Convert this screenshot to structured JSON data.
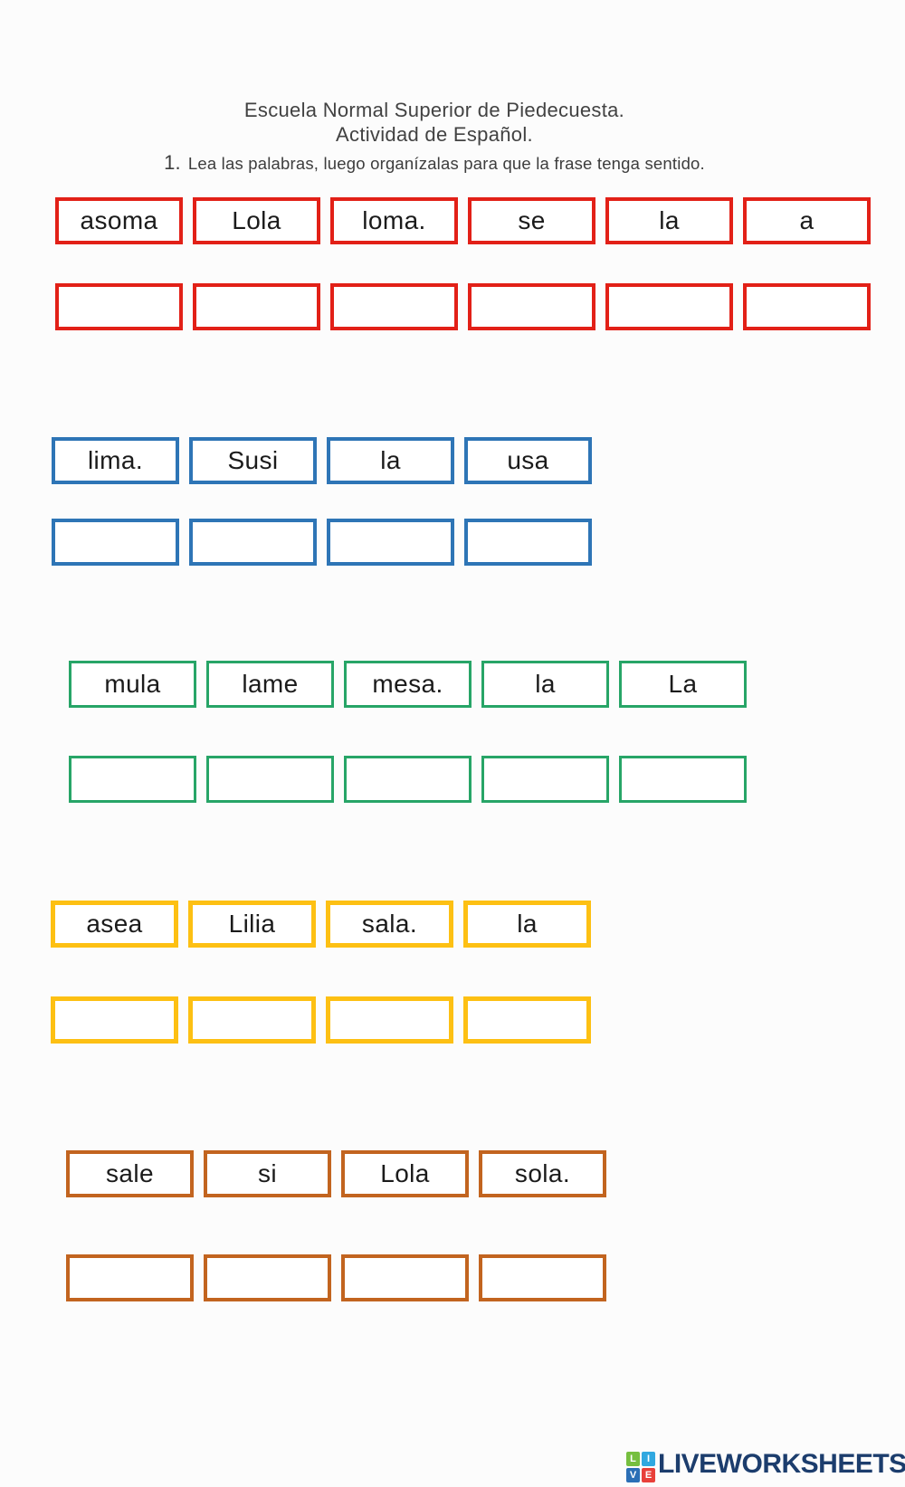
{
  "header": {
    "title_line1": "Escuela Normal Superior de Piedecuesta.",
    "title_line2": "Actividad de Español.",
    "instruction_number": "1.",
    "instruction_text": "Lea las palabras, luego organízalas para que la frase tenga sentido."
  },
  "groups": [
    {
      "name": "red",
      "color": "#e22017",
      "words": [
        "asoma",
        "Lola",
        "loma.",
        "se",
        "la",
        "a"
      ]
    },
    {
      "name": "blue",
      "color": "#2e75b6",
      "words": [
        "lima.",
        "Susi",
        "la",
        "usa"
      ]
    },
    {
      "name": "green",
      "color": "#27a567",
      "words": [
        "mula",
        "lame",
        "mesa.",
        "la",
        "La"
      ]
    },
    {
      "name": "yellow",
      "color": "#fdc013",
      "words": [
        "asea",
        "Lilia",
        "sala.",
        "la"
      ]
    },
    {
      "name": "brown",
      "color": "#c2641f",
      "words": [
        "sale",
        "si",
        "Lola",
        "sola."
      ]
    }
  ],
  "footer": {
    "brand": "LIVEWORKSHEETS",
    "brand_color": "#1c3d6d",
    "logo_tiles": [
      {
        "letter": "L",
        "color": "#76bf3f"
      },
      {
        "letter": "I",
        "color": "#31a8e0"
      },
      {
        "letter": "V",
        "color": "#2b6fb6"
      },
      {
        "letter": "E",
        "color": "#e8403a"
      }
    ]
  }
}
